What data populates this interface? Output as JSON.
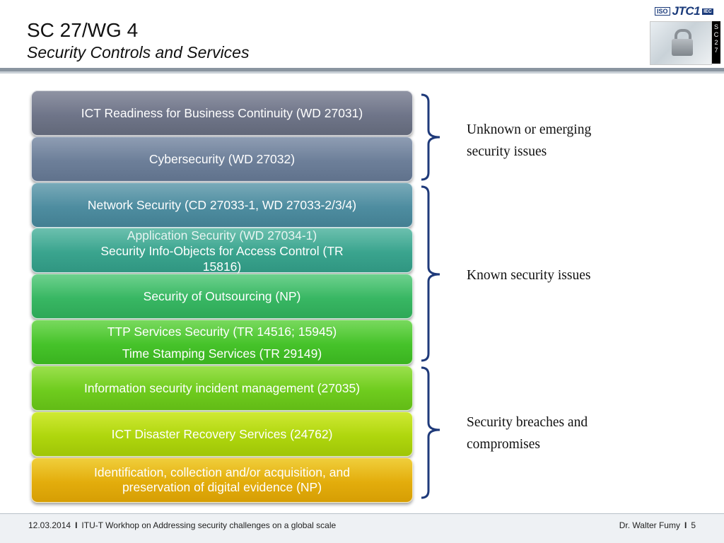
{
  "header": {
    "title": "SC 27/WG 4",
    "subtitle": "Security Controls and Services"
  },
  "logos": {
    "iso_text": "ISO",
    "jtc1_text": "JTC1",
    "iec_text": "IEC",
    "sc27_strip": [
      "S",
      "C",
      "2",
      "7"
    ]
  },
  "boxes": [
    {
      "lines": [
        "ICT Readiness for Business Continuity (WD 27031)"
      ]
    },
    {
      "lines": [
        "Cybersecurity (WD 27032)"
      ]
    },
    {
      "lines": [
        "Network Security (CD 27033-1, WD 27033-2/3/4)"
      ],
      "overflow_line": "Application Security (WD 27034-1)"
    },
    {
      "lines": [
        "Security Info-Objects for Access Control (TR",
        "15816)"
      ]
    },
    {
      "lines": [
        "Security of Outsourcing (NP)"
      ]
    },
    {
      "lines": [
        "TTP Services Security (TR 14516; 15945)",
        "Time Stamping Services (TR 29149)"
      ]
    },
    {
      "lines": [
        "Information security incident management (27035)"
      ]
    },
    {
      "lines": [
        "ICT Disaster Recovery Services (24762)"
      ]
    },
    {
      "lines": [
        "Identification, collection and/or acquisition, and",
        "preservation of digital evidence (NP)"
      ]
    }
  ],
  "groups": [
    {
      "label_lines": [
        "Unknown or emerging",
        "security issues"
      ]
    },
    {
      "label_lines": [
        "Known security issues"
      ]
    },
    {
      "label_lines": [
        "Security breaches and",
        "compromises"
      ]
    }
  ],
  "footer": {
    "date": "12.03.2014",
    "event": "ITU-T Workhop on Addressing security challenges on a global scale",
    "author": "Dr. Walter Fumy",
    "page": "5",
    "separator": "I"
  }
}
